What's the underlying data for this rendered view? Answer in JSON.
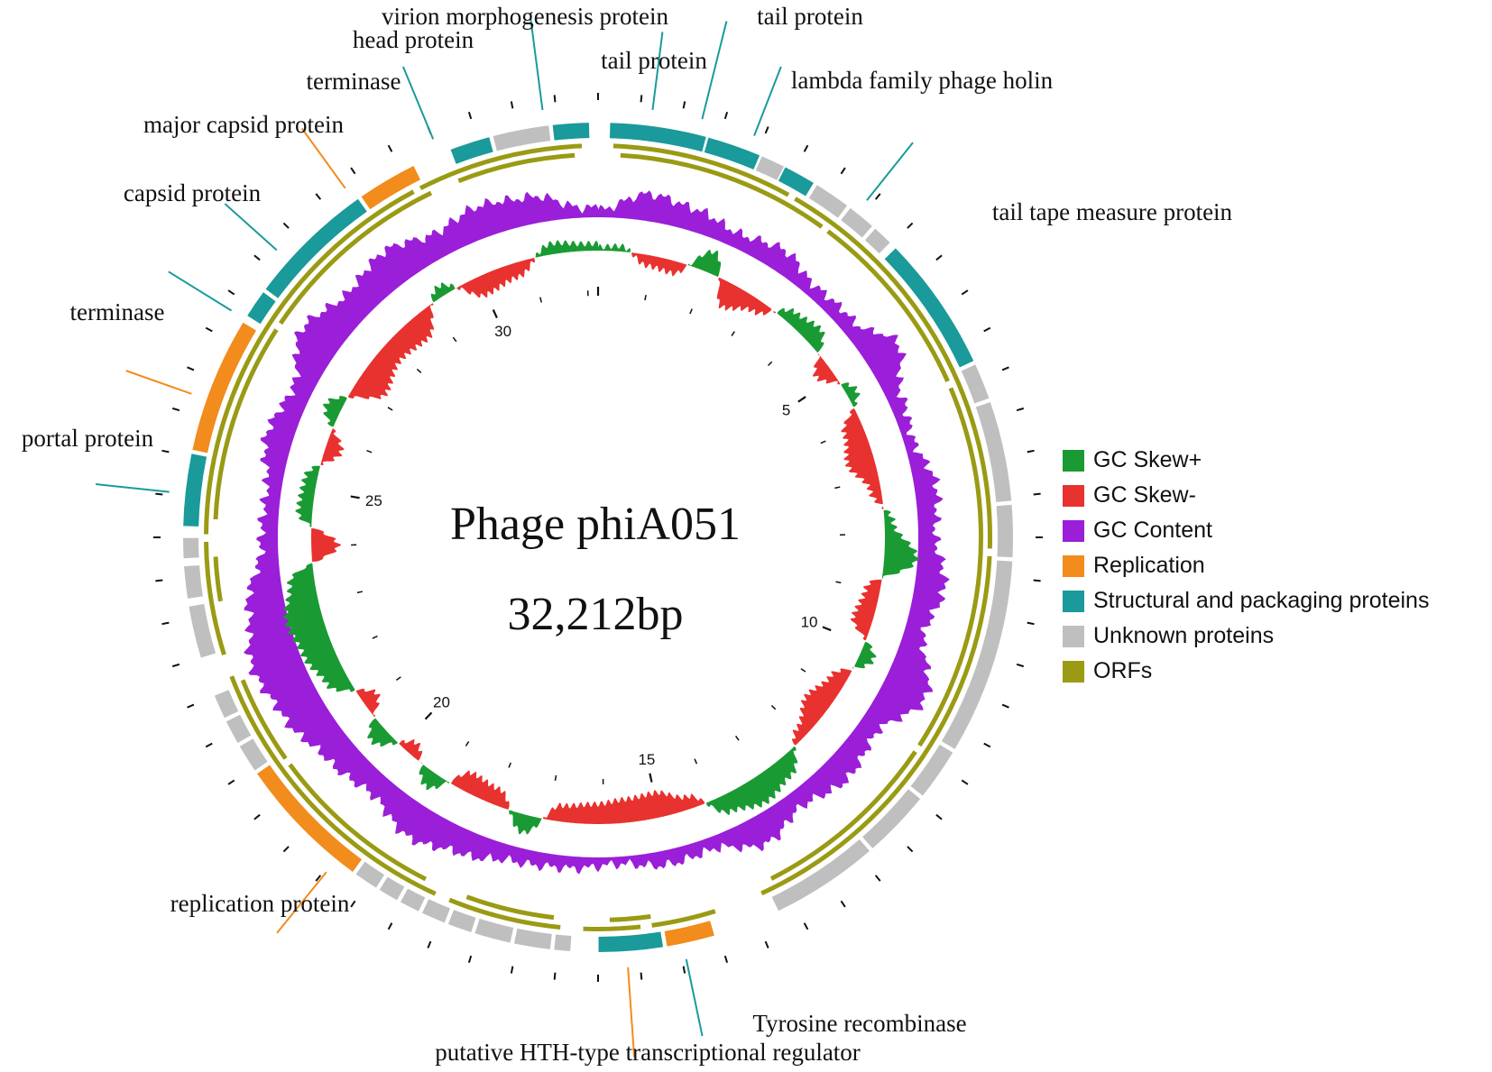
{
  "colors": {
    "gc_skew_pos": "#1a9a33",
    "gc_skew_neg": "#e8322f",
    "gc_content": "#9b1ed8",
    "replication": "#f28c1c",
    "structural": "#1a9a9a",
    "unknown": "#bfbfbf",
    "orf": "#9a9a14"
  },
  "title": "Phage phiA051",
  "genome_size": "32,212bp",
  "genome_length_kb": 32.212,
  "kb_ticks": [
    {
      "label": "5",
      "kb": 5
    },
    {
      "label": "10",
      "kb": 10
    },
    {
      "label": "15",
      "kb": 15
    },
    {
      "label": "20",
      "kb": 20
    },
    {
      "label": "25",
      "kb": 25
    },
    {
      "label": "30",
      "kb": 30
    }
  ],
  "legend": [
    {
      "label": "GC Skew+",
      "color": "#1a9a33"
    },
    {
      "label": "GC Skew-",
      "color": "#e8322f"
    },
    {
      "label": "GC Content",
      "color": "#9b1ed8"
    },
    {
      "label": "Replication",
      "color": "#f28c1c"
    },
    {
      "label": "Structural and packaging proteins",
      "color": "#1a9a9a"
    },
    {
      "label": "Unknown proteins",
      "color": "#bfbfbf"
    },
    {
      "label": "ORFs",
      "color": "#9a9a14"
    }
  ],
  "annotations": [
    {
      "label": "virion morphogenesis protein",
      "kb": 31.55,
      "category": "structural"
    },
    {
      "label": "head protein",
      "kb": 30.2,
      "category": "structural"
    },
    {
      "label": "terminase",
      "kb": 29.0,
      "category": "replication"
    },
    {
      "label": "major capsid protein",
      "kb": 27.9,
      "category": "structural"
    },
    {
      "label": "capsid protein",
      "kb": 27.0,
      "category": "structural"
    },
    {
      "label": "terminase",
      "kb": 25.9,
      "category": "replication"
    },
    {
      "label": "portal protein",
      "kb": 24.7,
      "category": "structural"
    },
    {
      "label": "tail protein",
      "kb": 0.65,
      "category": "structural"
    },
    {
      "label": "tail protein",
      "kb": 1.25,
      "category": "structural"
    },
    {
      "label": "lambda family phage holin",
      "kb": 1.9,
      "category": "structural"
    },
    {
      "label": "tail tape measure protein",
      "kb": 3.45,
      "category": "structural"
    },
    {
      "label": "replication protein",
      "kb": 19.6,
      "category": "replication"
    },
    {
      "label": "putative HTH-type transcriptional regulator",
      "kb": 15.75,
      "category": "replication"
    },
    {
      "label": "Tyrosine recombinase",
      "kb": 15.05,
      "category": "structural"
    }
  ],
  "genes": [
    {
      "start": 0.15,
      "end": 1.35,
      "category": "structural"
    },
    {
      "start": 1.38,
      "end": 2.05,
      "category": "structural"
    },
    {
      "start": 2.08,
      "end": 2.38,
      "category": "unknown"
    },
    {
      "start": 2.4,
      "end": 2.8,
      "category": "structural"
    },
    {
      "start": 2.85,
      "end": 3.3,
      "category": "unknown"
    },
    {
      "start": 3.35,
      "end": 3.7,
      "category": "unknown"
    },
    {
      "start": 3.75,
      "end": 4.0,
      "category": "unknown"
    },
    {
      "start": 4.1,
      "end": 5.8,
      "category": "structural"
    },
    {
      "start": 5.85,
      "end": 6.3,
      "category": "unknown"
    },
    {
      "start": 6.35,
      "end": 7.6,
      "category": "unknown"
    },
    {
      "start": 7.65,
      "end": 8.3,
      "category": "unknown"
    },
    {
      "start": 8.35,
      "end": 10.8,
      "category": "unknown"
    },
    {
      "start": 10.85,
      "end": 11.5,
      "category": "unknown"
    },
    {
      "start": 11.55,
      "end": 12.4,
      "category": "unknown"
    },
    {
      "start": 12.45,
      "end": 13.8,
      "category": "unknown"
    },
    {
      "start": 14.65,
      "end": 15.25,
      "category": "replication"
    },
    {
      "start": 15.3,
      "end": 16.1,
      "category": "structural"
    },
    {
      "start": 16.45,
      "end": 16.65,
      "category": "unknown"
    },
    {
      "start": 16.7,
      "end": 17.15,
      "category": "unknown"
    },
    {
      "start": 17.2,
      "end": 17.65,
      "category": "unknown"
    },
    {
      "start": 17.7,
      "end": 18.0,
      "category": "unknown"
    },
    {
      "start": 18.05,
      "end": 18.35,
      "category": "unknown"
    },
    {
      "start": 18.4,
      "end": 18.65,
      "category": "unknown"
    },
    {
      "start": 18.7,
      "end": 18.95,
      "category": "unknown"
    },
    {
      "start": 19.0,
      "end": 19.3,
      "category": "unknown"
    },
    {
      "start": 19.35,
      "end": 21.05,
      "category": "replication"
    },
    {
      "start": 21.1,
      "end": 21.45,
      "category": "unknown"
    },
    {
      "start": 21.5,
      "end": 21.8,
      "category": "unknown"
    },
    {
      "start": 21.85,
      "end": 22.15,
      "category": "unknown"
    },
    {
      "start": 22.65,
      "end": 23.3,
      "category": "unknown"
    },
    {
      "start": 23.4,
      "end": 23.8,
      "category": "unknown"
    },
    {
      "start": 23.9,
      "end": 24.15,
      "category": "unknown"
    },
    {
      "start": 24.3,
      "end": 25.2,
      "category": "structural"
    },
    {
      "start": 25.25,
      "end": 26.95,
      "category": "replication"
    },
    {
      "start": 27.05,
      "end": 27.4,
      "category": "structural"
    },
    {
      "start": 27.45,
      "end": 29.05,
      "category": "structural"
    },
    {
      "start": 29.1,
      "end": 29.85,
      "category": "replication"
    },
    {
      "start": 30.35,
      "end": 30.85,
      "category": "structural"
    },
    {
      "start": 30.9,
      "end": 31.6,
      "category": "unknown"
    },
    {
      "start": 31.65,
      "end": 32.1,
      "category": "structural"
    }
  ],
  "orfs_outer": [
    {
      "start": 0.2,
      "end": 2.6
    },
    {
      "start": 2.7,
      "end": 8.2
    },
    {
      "start": 8.3,
      "end": 13.9
    },
    {
      "start": 14.55,
      "end": 15.4
    },
    {
      "start": 15.55,
      "end": 16.3
    },
    {
      "start": 16.6,
      "end": 18.1
    },
    {
      "start": 18.3,
      "end": 22.3
    },
    {
      "start": 22.6,
      "end": 24.1
    },
    {
      "start": 24.2,
      "end": 29.7
    },
    {
      "start": 29.8,
      "end": 32.0
    }
  ],
  "orfs_inner": [
    {
      "start": 0.3,
      "end": 3.2
    },
    {
      "start": 3.3,
      "end": 5.9
    },
    {
      "start": 6.0,
      "end": 11.0
    },
    {
      "start": 11.1,
      "end": 13.7
    },
    {
      "start": 15.4,
      "end": 15.95
    },
    {
      "start": 16.7,
      "end": 17.9
    },
    {
      "start": 18.5,
      "end": 20.9
    },
    {
      "start": 21.0,
      "end": 22.2
    },
    {
      "start": 23.3,
      "end": 23.9
    },
    {
      "start": 24.4,
      "end": 27.1
    },
    {
      "start": 27.2,
      "end": 29.9
    },
    {
      "start": 30.3,
      "end": 31.9
    }
  ],
  "gc_content_profile": [
    {
      "kb": 0,
      "v": 0.15
    },
    {
      "kb": 0.8,
      "v": 0.55
    },
    {
      "kb": 1.5,
      "v": 0.45
    },
    {
      "kb": 2.2,
      "v": 0.3
    },
    {
      "kb": 3.0,
      "v": 0.45
    },
    {
      "kb": 3.6,
      "v": 0.25
    },
    {
      "kb": 4.5,
      "v": 0.3
    },
    {
      "kb": 5.1,
      "v": 0.75
    },
    {
      "kb": 5.8,
      "v": 0.3
    },
    {
      "kb": 6.5,
      "v": 0.2
    },
    {
      "kb": 7.3,
      "v": 0.45
    },
    {
      "kb": 8.0,
      "v": 0.35
    },
    {
      "kb": 8.8,
      "v": 0.6
    },
    {
      "kb": 9.5,
      "v": 0.4
    },
    {
      "kb": 10.4,
      "v": 0.9
    },
    {
      "kb": 11.2,
      "v": 0.4
    },
    {
      "kb": 12.0,
      "v": 0.55
    },
    {
      "kb": 12.8,
      "v": 0.35
    },
    {
      "kb": 13.5,
      "v": 0.6
    },
    {
      "kb": 14.3,
      "v": 0.25
    },
    {
      "kb": 15.0,
      "v": 0.3
    },
    {
      "kb": 15.8,
      "v": 0.15
    },
    {
      "kb": 16.6,
      "v": 0.25
    },
    {
      "kb": 17.4,
      "v": 0.3
    },
    {
      "kb": 18.2,
      "v": 0.5
    },
    {
      "kb": 19.0,
      "v": 0.7
    },
    {
      "kb": 19.8,
      "v": 0.45
    },
    {
      "kb": 20.6,
      "v": 0.6
    },
    {
      "kb": 21.5,
      "v": 0.85
    },
    {
      "kb": 22.3,
      "v": 1.0
    },
    {
      "kb": 23.1,
      "v": 0.75
    },
    {
      "kb": 24.0,
      "v": 0.35
    },
    {
      "kb": 24.9,
      "v": 0.3
    },
    {
      "kb": 25.7,
      "v": 0.55
    },
    {
      "kb": 26.5,
      "v": 0.4
    },
    {
      "kb": 27.3,
      "v": 0.85
    },
    {
      "kb": 28.1,
      "v": 0.6
    },
    {
      "kb": 28.9,
      "v": 0.75
    },
    {
      "kb": 29.7,
      "v": 0.5
    },
    {
      "kb": 30.4,
      "v": 0.65
    },
    {
      "kb": 31.2,
      "v": 0.55
    },
    {
      "kb": 32.0,
      "v": 0.2
    }
  ],
  "gc_skew_profile": [
    {
      "kb": 0.0,
      "v": 0.1
    },
    {
      "kb": 0.4,
      "v": 0.15
    },
    {
      "kb": 0.9,
      "v": -0.3
    },
    {
      "kb": 1.4,
      "v": -0.35
    },
    {
      "kb": 2.0,
      "v": 0.6
    },
    {
      "kb": 2.5,
      "v": -0.7
    },
    {
      "kb": 3.1,
      "v": -0.35
    },
    {
      "kb": 3.7,
      "v": 0.35
    },
    {
      "kb": 4.2,
      "v": 0.5
    },
    {
      "kb": 4.8,
      "v": -0.45
    },
    {
      "kb": 5.4,
      "v": 0.3
    },
    {
      "kb": 6.0,
      "v": -0.55
    },
    {
      "kb": 6.6,
      "v": -0.75
    },
    {
      "kb": 7.2,
      "v": -0.3
    },
    {
      "kb": 7.8,
      "v": 0.25
    },
    {
      "kb": 8.4,
      "v": 0.9
    },
    {
      "kb": 9.0,
      "v": -0.4
    },
    {
      "kb": 9.6,
      "v": -0.55
    },
    {
      "kb": 10.2,
      "v": 0.4
    },
    {
      "kb": 10.8,
      "v": -0.45
    },
    {
      "kb": 11.4,
      "v": -0.7
    },
    {
      "kb": 12.0,
      "v": -0.3
    },
    {
      "kb": 12.6,
      "v": 0.55
    },
    {
      "kb": 13.2,
      "v": 0.75
    },
    {
      "kb": 13.8,
      "v": 0.5
    },
    {
      "kb": 14.4,
      "v": -0.35
    },
    {
      "kb": 15.0,
      "v": -0.7
    },
    {
      "kb": 15.6,
      "v": -0.65
    },
    {
      "kb": 16.2,
      "v": -0.55
    },
    {
      "kb": 16.8,
      "v": -0.45
    },
    {
      "kb": 17.4,
      "v": 0.5
    },
    {
      "kb": 18.0,
      "v": -0.45
    },
    {
      "kb": 18.6,
      "v": -0.55
    },
    {
      "kb": 19.2,
      "v": 0.45
    },
    {
      "kb": 19.8,
      "v": -0.35
    },
    {
      "kb": 20.4,
      "v": 0.5
    },
    {
      "kb": 21.0,
      "v": -0.45
    },
    {
      "kb": 21.6,
      "v": 0.6
    },
    {
      "kb": 22.2,
      "v": 0.85
    },
    {
      "kb": 22.8,
      "v": 1.0
    },
    {
      "kb": 23.4,
      "v": 0.7
    },
    {
      "kb": 24.0,
      "v": -0.75
    },
    {
      "kb": 24.6,
      "v": 0.4
    },
    {
      "kb": 25.2,
      "v": 0.35
    },
    {
      "kb": 25.8,
      "v": -0.45
    },
    {
      "kb": 26.5,
      "v": 0.45
    },
    {
      "kb": 27.2,
      "v": -0.85
    },
    {
      "kb": 27.9,
      "v": -0.6
    },
    {
      "kb": 28.6,
      "v": -0.7
    },
    {
      "kb": 29.3,
      "v": 0.3
    },
    {
      "kb": 30.0,
      "v": -0.55
    },
    {
      "kb": 30.7,
      "v": -0.4
    },
    {
      "kb": 31.4,
      "v": 0.3
    },
    {
      "kb": 32.0,
      "v": 0.2
    }
  ]
}
